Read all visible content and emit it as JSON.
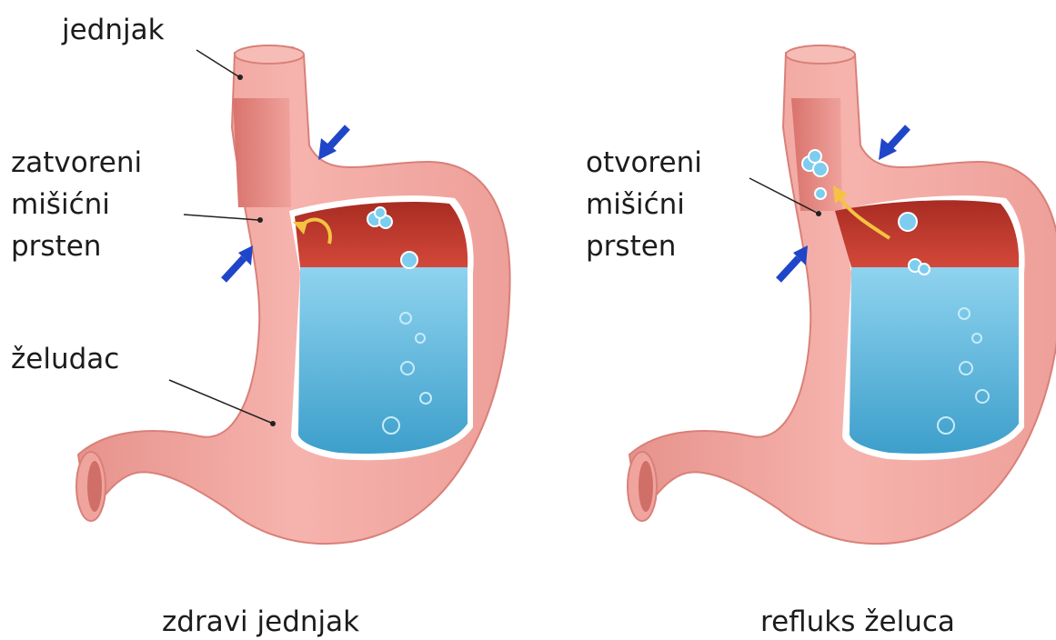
{
  "diagram": {
    "left_panel": {
      "labels": {
        "esophagus": "jednjak",
        "sphincter_line1": "zatvoreni",
        "sphincter_line2": "mišićni",
        "sphincter_line3": "prsten",
        "stomach": "želudac"
      },
      "caption": "zdravi jednjak"
    },
    "right_panel": {
      "labels": {
        "sphincter_line1": "otvoreni",
        "sphincter_line2": "mišićni",
        "sphincter_line3": "prsten"
      },
      "caption": "refluks želuca"
    },
    "colors": {
      "tissue": "#f4a9a3",
      "tissue_dark": "#e98e89",
      "cavity_top": "#c0392b",
      "acid": "#5fb8dc",
      "arrow": "#1f45c9",
      "flow_arrow": "#f5c242",
      "bubble": "#7ccdf0"
    }
  }
}
